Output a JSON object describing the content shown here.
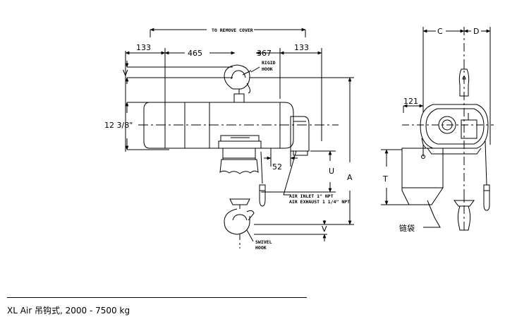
{
  "diagram": {
    "remove_cover_note": "TO REMOVE COVER",
    "top_dims": [
      "133",
      "465",
      "367",
      "133"
    ],
    "rigid_hook_label": [
      "RIGID",
      "HOOK"
    ],
    "swivel_hook_label": [
      "SWIVEL",
      "HOOK"
    ],
    "left_height_dim": "12 3/8\"",
    "dim_52": "52",
    "dim_121": "121",
    "air_inlet_label": "AIR INLET 1\" NPT",
    "air_exhaust_label": "AIR EXHAUST 1 1/4\" NPT",
    "letters": {
      "v": "V",
      "u": "U",
      "a": "A",
      "t": "T",
      "c": "C",
      "d": "D"
    },
    "chain_bag_label": "链袋"
  },
  "caption": {
    "text": "XL Air 吊钩式, 2000 - 7500 kg"
  }
}
